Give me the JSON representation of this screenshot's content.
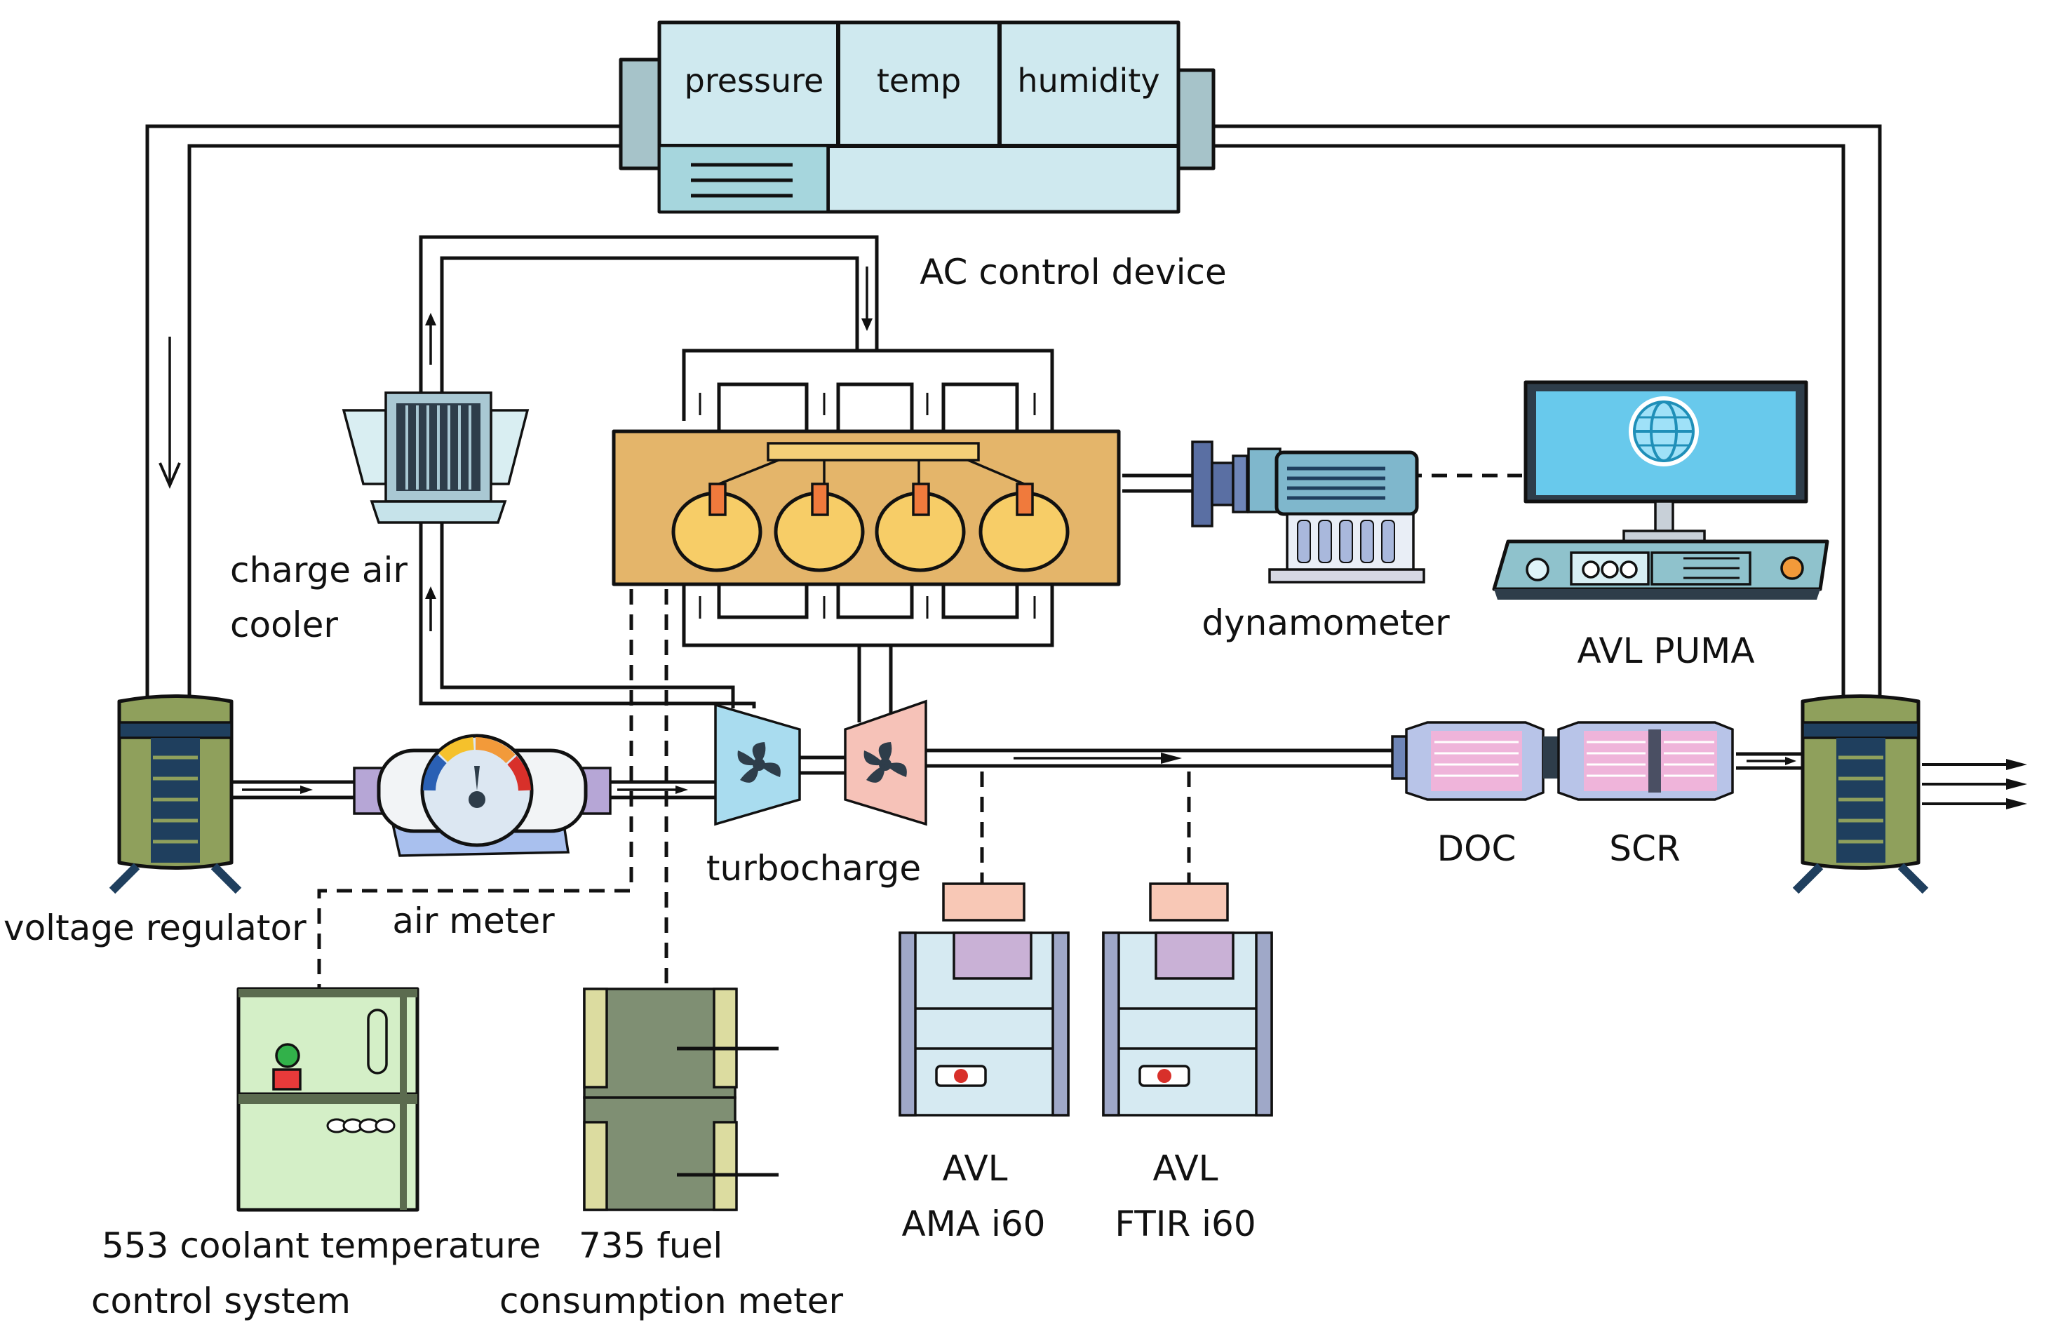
{
  "labels": {
    "pressure": "pressure",
    "temp": "temp",
    "humidity": "humidity",
    "ac_control": "AC control device",
    "charge_air_line1": "charge air",
    "charge_air_line2": "cooler",
    "dynamometer": "dynamometer",
    "avl_puma": "AVL PUMA",
    "voltage_regulator": "voltage regulator",
    "air_meter": "air meter",
    "turbocharge": "turbocharge",
    "doc": "DOC",
    "scr": "SCR",
    "ama_line1": "AVL",
    "ama_line2": "AMA i60",
    "ftir_line1": "AVL",
    "ftir_line2": "FTIR i60",
    "coolant_line1": "553 coolant temperature",
    "coolant_line2": "control system",
    "fuel_line1": "735 fuel",
    "fuel_line2": "consumption meter"
  },
  "colors": {
    "ac_panel": "#cfe9ef",
    "ac_side": "#a6c3c9",
    "engine": "#e4b56a",
    "piston": "#f7cd67",
    "injector": "#f07a3c",
    "regulator_body": "#8fa05c",
    "regulator_core": "#1f3f5e",
    "turbo_compressor": "#a9dcef",
    "turbo_turbine": "#f6c2b8",
    "doc_scr": "#efb4da",
    "analyzer_body": "#d6eaf2",
    "analyzer_top": "#c9b1d6",
    "analyzer_head": "#f8c8b6",
    "coolant_box": "#d4efc7",
    "fuel_box": "#7f8f73",
    "fuel_side": "#dcdca0",
    "monitor_screen": "#68c9ec",
    "console": "#8fc2cc",
    "dyno_body": "#7fb7cc"
  }
}
